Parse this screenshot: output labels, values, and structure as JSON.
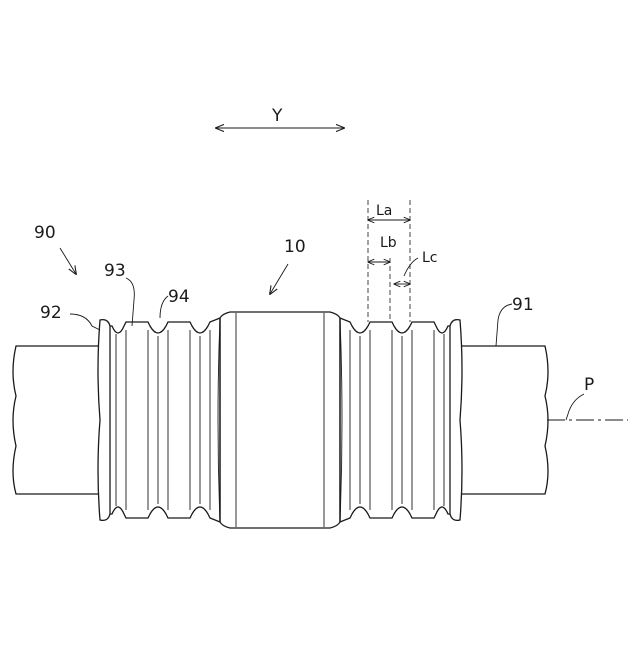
{
  "labels": {
    "direction": "Y",
    "assembly": "90",
    "pipe": "91",
    "end_flange": "92",
    "crest": "93",
    "root": "94",
    "joint": "10",
    "pitch": "La",
    "groove_width": "Lb",
    "crest_width": "Lc",
    "axis": "P"
  }
}
